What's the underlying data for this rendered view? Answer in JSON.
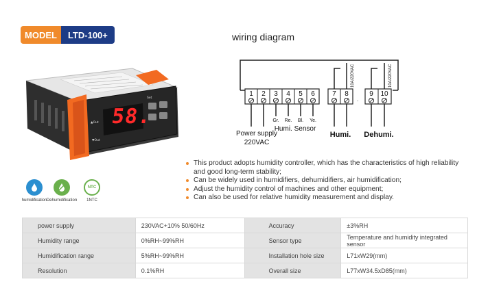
{
  "badge": {
    "model_label": "MODEL",
    "model_name": "LTD-100+"
  },
  "device": {
    "display_value": "58.",
    "set_label": "Set",
    "out_top": "▲Out",
    "out_bottom": "▼Out"
  },
  "wiring": {
    "title": "wiring diagram",
    "terminals": [
      "1",
      "2",
      "3",
      "4",
      "5",
      "6",
      "7",
      "8",
      "9",
      "10"
    ],
    "wire_colors": [
      "Gr.",
      "Re.",
      "Bl.",
      "Ye."
    ],
    "rating_left": "10A/220VAC",
    "rating_right": "10A/220VAC",
    "power_label": "Power supply",
    "power_voltage": "220VAC",
    "sensor_label": "Humi. Sensor",
    "humi_label": "Humi.",
    "dehumi_label": "Dehumi."
  },
  "functions": [
    {
      "label": "humidification",
      "color": "#2b8fd0"
    },
    {
      "label": "Dehumidification",
      "color": "#6ab04c"
    },
    {
      "label": "1NTC",
      "color": "#6ab04c",
      "icon_text": "NTC"
    }
  ],
  "features": [
    "This product adopts humidity controller, which has the characteristics of high reliability and good long-term stability;",
    "Can be widely used in humidifiers, dehumidifiers, air humidification;",
    "Adjust the humidity control of machines and other equipment;",
    "Can also be used for relative humidity measurement and display."
  ],
  "specs": [
    {
      "k1": "power supply",
      "v1": "230VAC+10% 50/60Hz",
      "k2": "Accuracy",
      "v2": "±3%RH"
    },
    {
      "k1": "Humidity range",
      "v1": "0%RH~99%RH",
      "k2": "Sensor type",
      "v2": "Temperature and humidity integrated sensor"
    },
    {
      "k1": "Humidification range",
      "v1": "5%RH~99%RH",
      "k2": "Installation hole size",
      "v2": "L71xW29(mm)"
    },
    {
      "k1": "Resolution",
      "v1": "0.1%RH",
      "k2": "Overall size",
      "v2": "L77xW34.5xD85(mm)"
    }
  ],
  "colors": {
    "accent": "#f08a2b",
    "brand": "#1d3c86",
    "display": "#ff2a2a"
  }
}
